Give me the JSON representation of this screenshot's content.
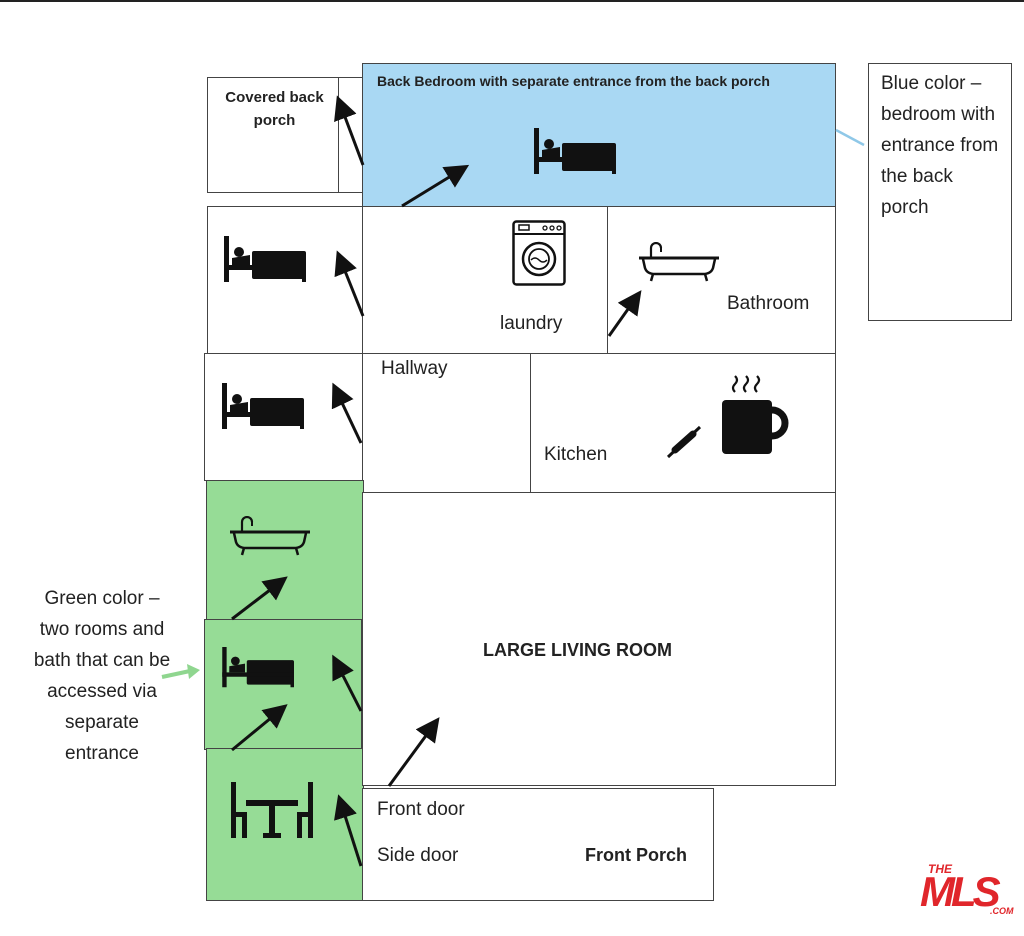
{
  "rooms": {
    "covered_back_porch": "Covered back porch",
    "back_bedroom": "Back Bedroom with separate entrance from the back porch",
    "laundry": "laundry",
    "bathroom": "Bathroom",
    "hallway": "Hallway",
    "kitchen": "Kitchen",
    "living_room": "LARGE LIVING ROOM",
    "front_door": "Front door",
    "side_door": "Side door",
    "front_porch": "Front Porch"
  },
  "legend": {
    "blue": "Blue color – bedroom with entrance from the back porch",
    "green": "Green color – two rooms and bath that can be accessed via separate entrance"
  },
  "colors": {
    "blue_fill": "#a9d8f3",
    "green_fill": "#96dc96",
    "logo_red": "#e0262b"
  },
  "icons": [
    "bed-icon",
    "washing-machine-icon",
    "bathtub-icon",
    "coffee-mug-icon",
    "rolling-pin-icon",
    "dining-table-icon",
    "arrow-icon"
  ],
  "logo": {
    "top": "THE",
    "main": "MLS",
    "suffix": ".COM"
  }
}
